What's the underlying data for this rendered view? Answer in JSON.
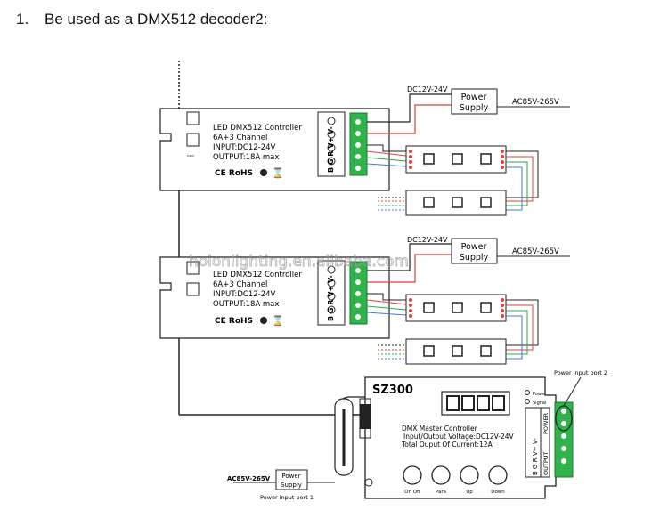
{
  "heading": {
    "number": "1.",
    "text": "Be used as a DMX512 decoder2:"
  },
  "watermark": "hoionlighting.en.alibaba.com",
  "decoders": [
    {
      "title": "LED DMX512 Controller",
      "channels": "6A+3 Channel",
      "input": "INPUT:DC12-24V",
      "output": "OUTPUT:18A max",
      "certs": "CE RoHS",
      "terminals": [
        "B",
        "G",
        "R",
        "V+",
        "V-"
      ],
      "supply_voltage": "DC12V-24V",
      "power_supply": [
        "Power",
        "Supply"
      ],
      "ac_input": "AC85V-265V"
    },
    {
      "title": "LED DMX512 Controller",
      "channels": "6A+3 Channel",
      "input": "INPUT:DC12-24V",
      "output": "OUTPUT:18A max",
      "certs": "CE RoHS",
      "terminals": [
        "B",
        "G",
        "R",
        "V+",
        "V-"
      ],
      "supply_voltage": "DC12V-24V",
      "power_supply": [
        "Power",
        "Supply"
      ],
      "ac_input": "AC85V-265V"
    }
  ],
  "master": {
    "model": "SZ300",
    "name": "DMX Master Controller",
    "voltage": "Input/Output Voltage:DC12V-24V",
    "current": "Total Ouput Of Current:12A",
    "leds": [
      "Power",
      "Signal"
    ],
    "side_labels": [
      "OUTPUT",
      "POWER"
    ],
    "terminals": [
      "B",
      "G",
      "R",
      "V+",
      "V-"
    ],
    "buttons": [
      "On Off",
      "Para",
      "Up",
      "Down"
    ],
    "power_port_2": "Power input port 2",
    "power_port_1": "Power input port 1",
    "supply": [
      "Power",
      "Supply"
    ],
    "ac_input": "AC85V-265V"
  },
  "colors": {
    "line": "#222222",
    "red": "#e0413a",
    "green": "#2fa84a",
    "blue": "#3a7fd0",
    "terminal": "#2fb34a"
  }
}
